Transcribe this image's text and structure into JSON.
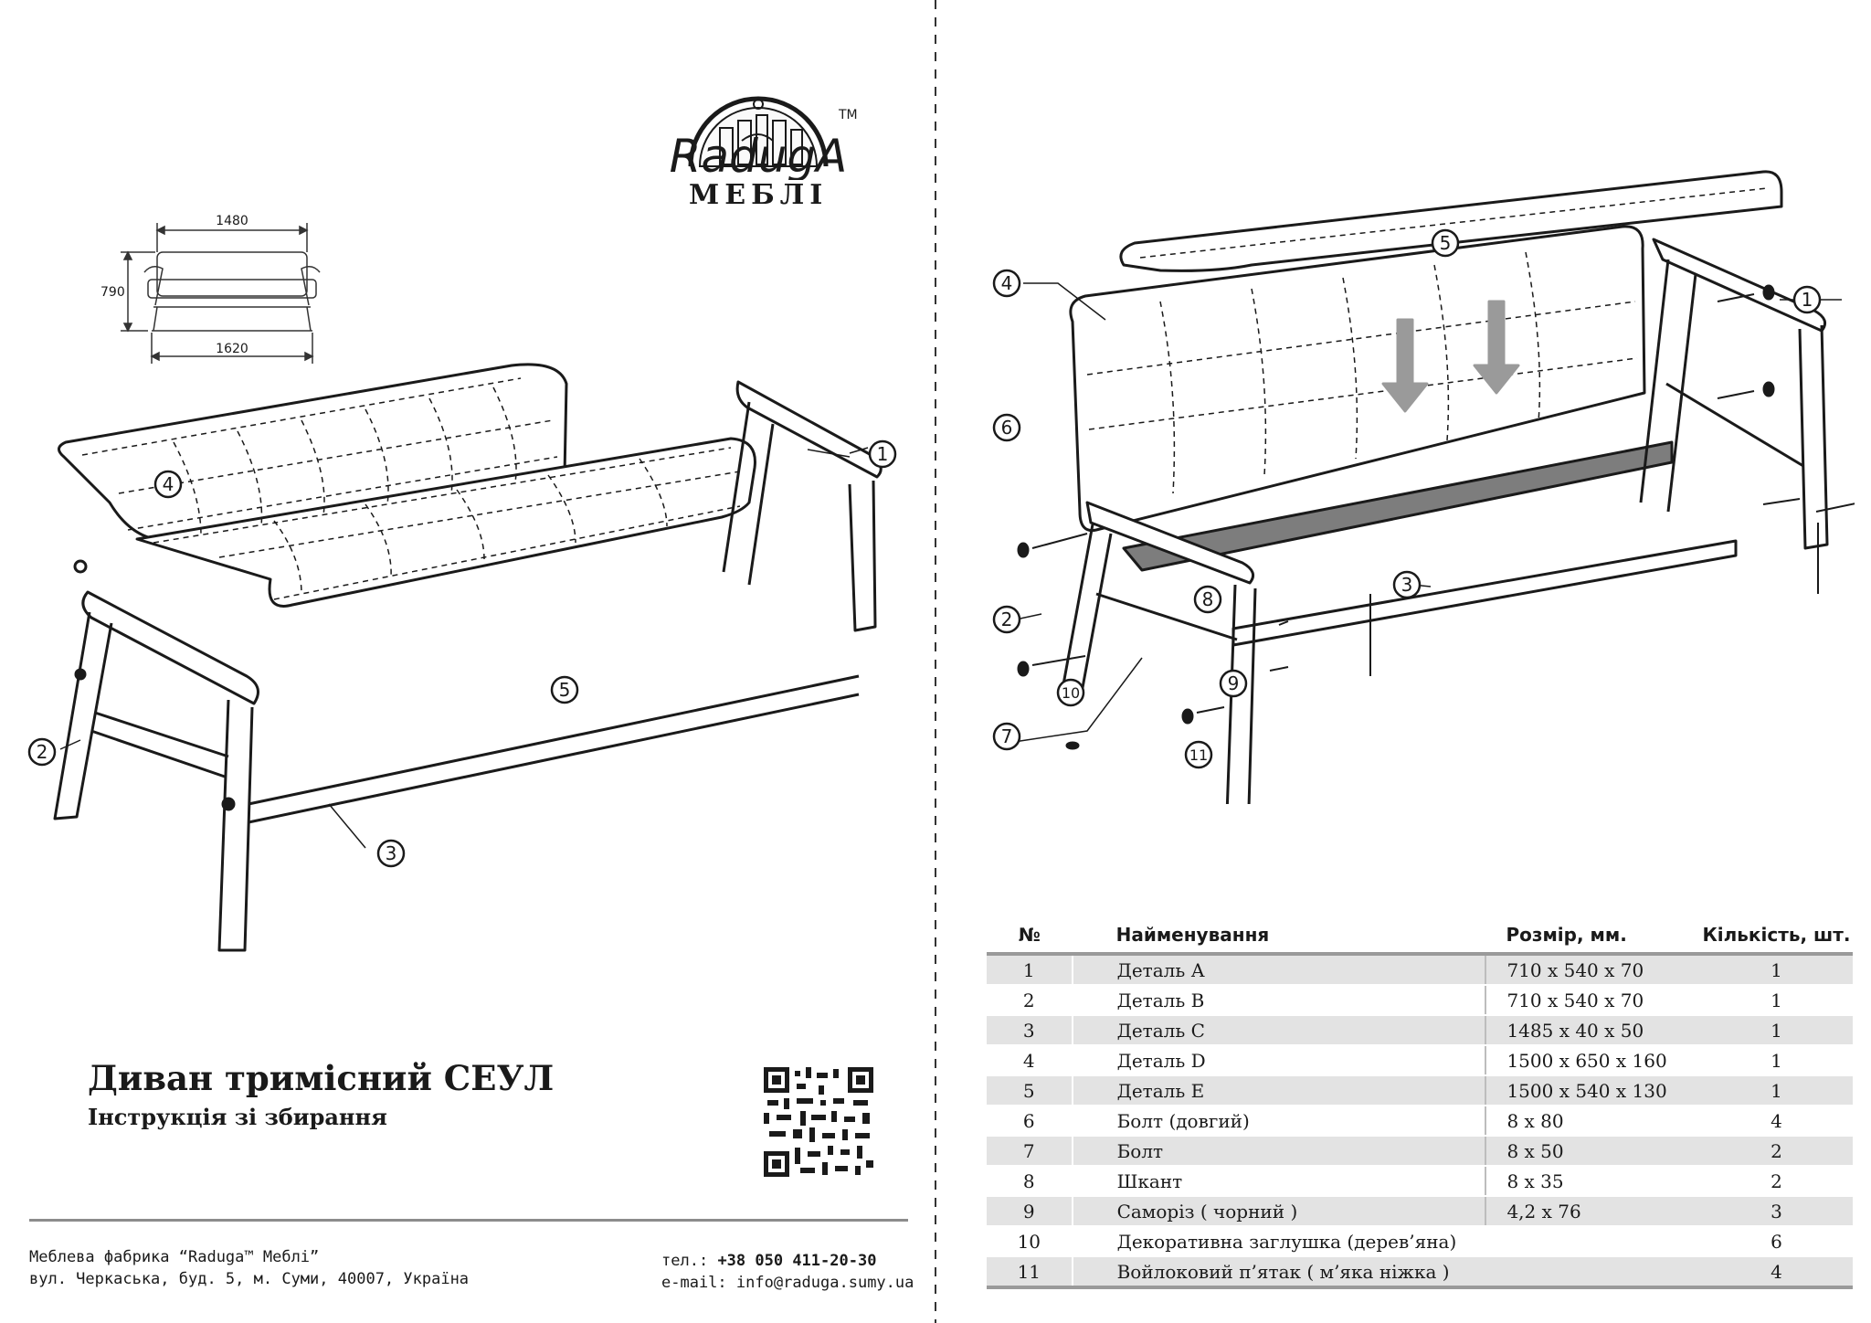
{
  "brand": {
    "logo_text": "RadugA",
    "tm": "TM",
    "subtitle": "МЕБЛІ"
  },
  "dimensions": {
    "width_top": "1480",
    "height": "790",
    "width_bottom": "1620"
  },
  "document": {
    "title": "Диван тримісний СЕУЛ",
    "subtitle": "Інструкція зі збирання"
  },
  "footer": {
    "company": "Меблева фабрика “Raduga™ Меблі”",
    "address": "вул. Черкаська, буд. 5, м. Суми, 40007, Україна",
    "phone_label": "тел.:",
    "phone": "+38 050 411-20-30",
    "email_label": "e-mail:",
    "email": "info@raduga.sumy.ua"
  },
  "callouts_left": [
    "1",
    "2",
    "3",
    "4",
    "5"
  ],
  "callouts_right": [
    "1",
    "2",
    "3",
    "4",
    "5",
    "6",
    "7",
    "8",
    "9",
    "10",
    "11"
  ],
  "table": {
    "headers": {
      "no": "№",
      "name": "Найменування",
      "size": "Розмір, мм.",
      "qty": "Кількість, шт."
    },
    "rows": [
      {
        "no": "1",
        "name": "Деталь А",
        "size": "710 x 540 x 70",
        "qty": "1"
      },
      {
        "no": "2",
        "name": "Деталь В",
        "size": "710 x 540 x 70",
        "qty": "1"
      },
      {
        "no": "3",
        "name": "Деталь С",
        "size": "1485 x 40 x 50",
        "qty": "1"
      },
      {
        "no": "4",
        "name": "Деталь D",
        "size": "1500 x 650 x 160",
        "qty": "1"
      },
      {
        "no": "5",
        "name": "Деталь E",
        "size": "1500 x 540 x 130",
        "qty": "1"
      },
      {
        "no": "6",
        "name": "Болт (довгий)",
        "size": "8 x 80",
        "qty": "4"
      },
      {
        "no": "7",
        "name": "Болт",
        "size": "8 x 50",
        "qty": "2"
      },
      {
        "no": "8",
        "name": "Шкант",
        "size": "8 x 35",
        "qty": "2"
      },
      {
        "no": "9",
        "name": "Саморіз ( чорний )",
        "size": "4,2 x 76",
        "qty": "3"
      },
      {
        "no": "10",
        "name": "Декоративна заглушка (дерев’яна)",
        "size": "",
        "qty": "6"
      },
      {
        "no": "11",
        "name": "Войлоковий п’ятак ( м’яка ніжка )",
        "size": "",
        "qty": "4"
      }
    ]
  },
  "colors": {
    "ink": "#1a1a1a",
    "row_shade": "#e3e3e3",
    "rule": "#9a9a9a",
    "seat_panel": "#7d7d7d"
  }
}
